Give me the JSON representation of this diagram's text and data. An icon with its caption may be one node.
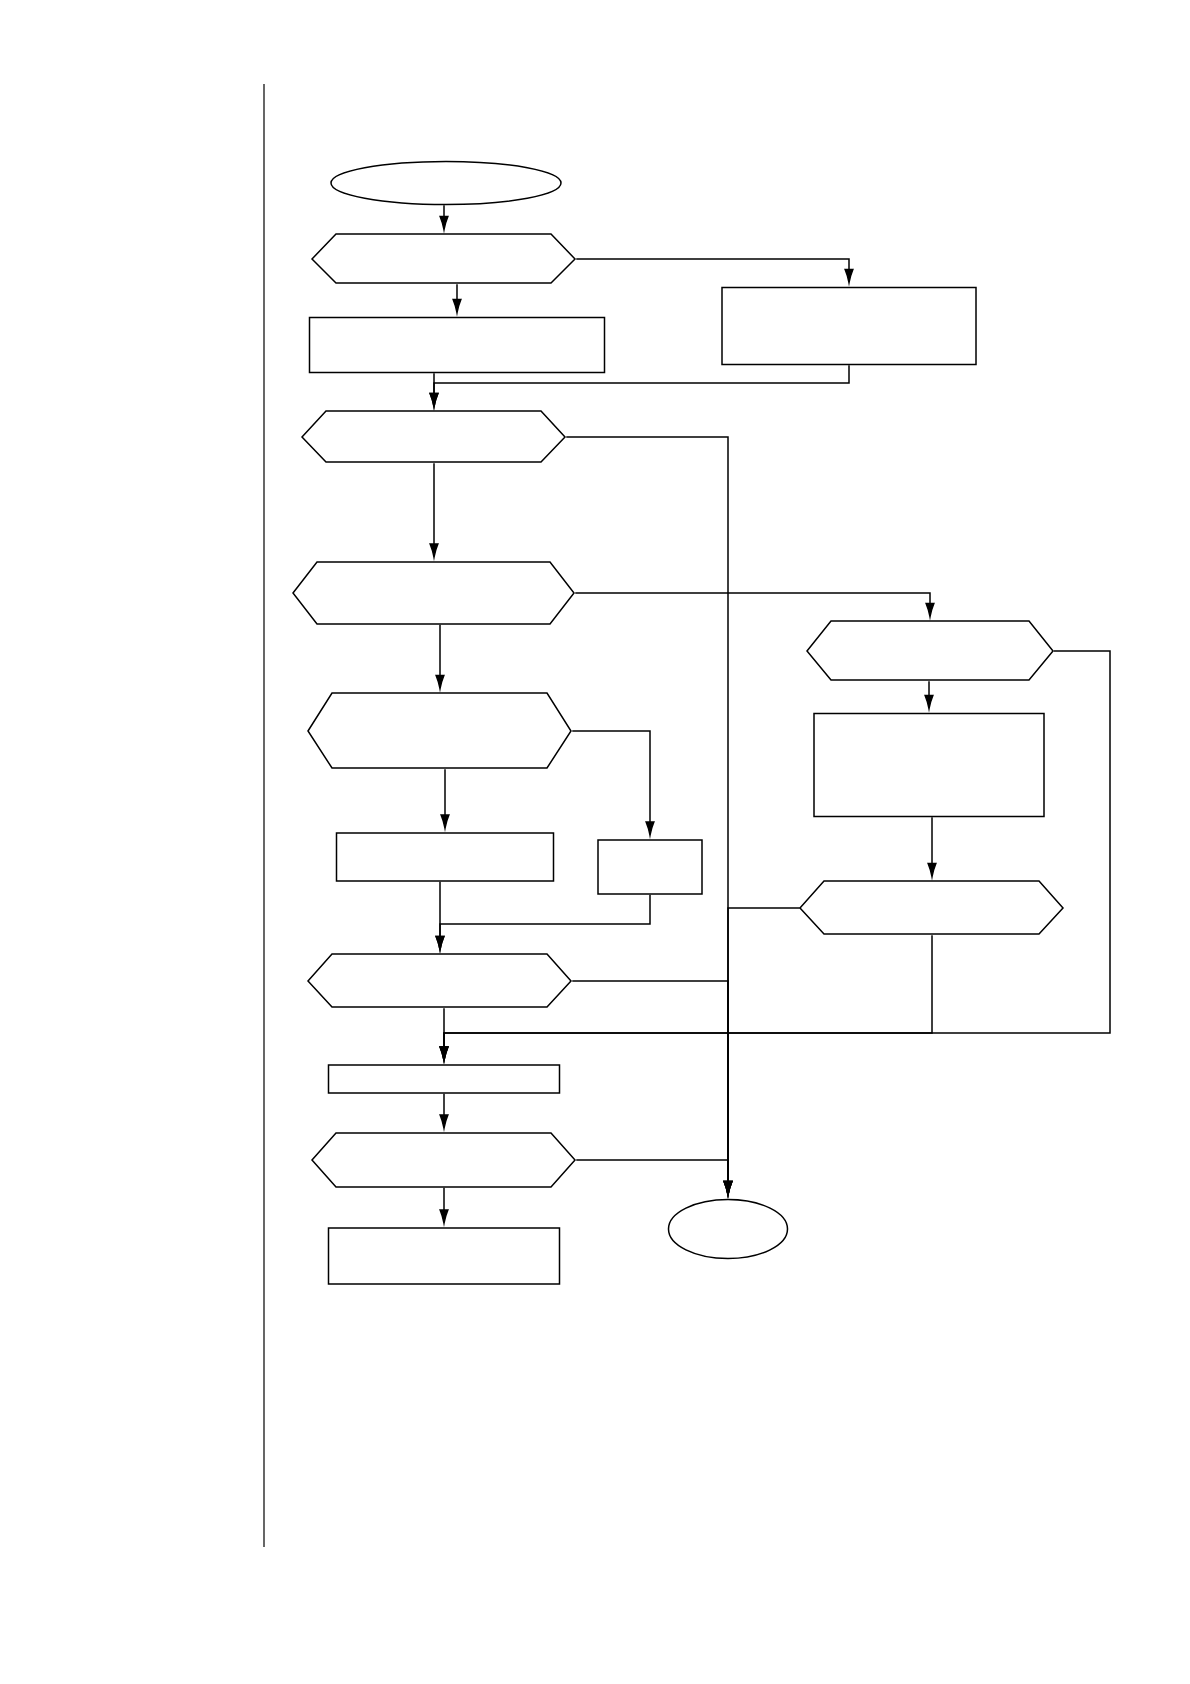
{
  "diagram": {
    "nodes": [
      {
        "text": [],
        "shape": "ellipse"
      },
      {
        "text": [],
        "shape": "hexagon"
      },
      {
        "text": [],
        "shape": "box"
      },
      {
        "text": [],
        "shape": "box"
      },
      {
        "text": [],
        "shape": "hexagon"
      },
      {
        "text": [],
        "shape": "hexagon"
      },
      {
        "text": [],
        "shape": "hexagon"
      },
      {
        "text": [],
        "shape": "hexagon"
      },
      {
        "text": [],
        "shape": "box"
      },
      {
        "text": [],
        "shape": "box"
      },
      {
        "text": [],
        "shape": "box"
      },
      {
        "text": [],
        "shape": "hexagon"
      },
      {
        "text": [],
        "shape": "hexagon"
      },
      {
        "text": [],
        "shape": "box"
      },
      {
        "text": [],
        "shape": "hexagon"
      },
      {
        "text": [],
        "shape": "box"
      },
      {
        "text": [],
        "shape": "ellipse"
      }
    ],
    "edges": [
      {
        "from": 0,
        "to": 1,
        "arrow": "to"
      },
      {
        "from": 1,
        "to": 2,
        "arrow": "to"
      },
      {
        "from": 1,
        "to": 3,
        "arrow": "to"
      },
      {
        "from": 3,
        "to": 4,
        "arrow": "to"
      },
      {
        "from": 2,
        "to": 4,
        "arrow": "to"
      },
      {
        "from": 4,
        "to": 16,
        "arrow": "to"
      },
      {
        "from": 4,
        "to": 5,
        "arrow": "to"
      },
      {
        "from": 5,
        "to": 6,
        "arrow": "to"
      },
      {
        "from": 5,
        "to": 7,
        "arrow": "to"
      },
      {
        "from": 6,
        "to": 8,
        "arrow": "to"
      },
      {
        "from": 8,
        "to": 11,
        "arrow": "to"
      },
      {
        "from": 11,
        "to": 16,
        "arrow": "to"
      },
      {
        "from": 11,
        "to": 13,
        "arrow": "to"
      },
      {
        "from": 6,
        "to": 13,
        "arrow": "to"
      },
      {
        "from": 7,
        "to": 9,
        "arrow": "to"
      },
      {
        "from": 7,
        "to": 10,
        "arrow": "to"
      },
      {
        "from": 9,
        "to": 12,
        "arrow": "to"
      },
      {
        "from": 10,
        "to": 12,
        "arrow": "to"
      },
      {
        "from": 12,
        "to": 16,
        "arrow": "to"
      },
      {
        "from": 12,
        "to": 13,
        "arrow": "to"
      },
      {
        "from": 13,
        "to": 14,
        "arrow": "to"
      },
      {
        "from": 14,
        "to": 16,
        "arrow": "to"
      },
      {
        "from": 14,
        "to": 15,
        "arrow": "to"
      }
    ]
  }
}
